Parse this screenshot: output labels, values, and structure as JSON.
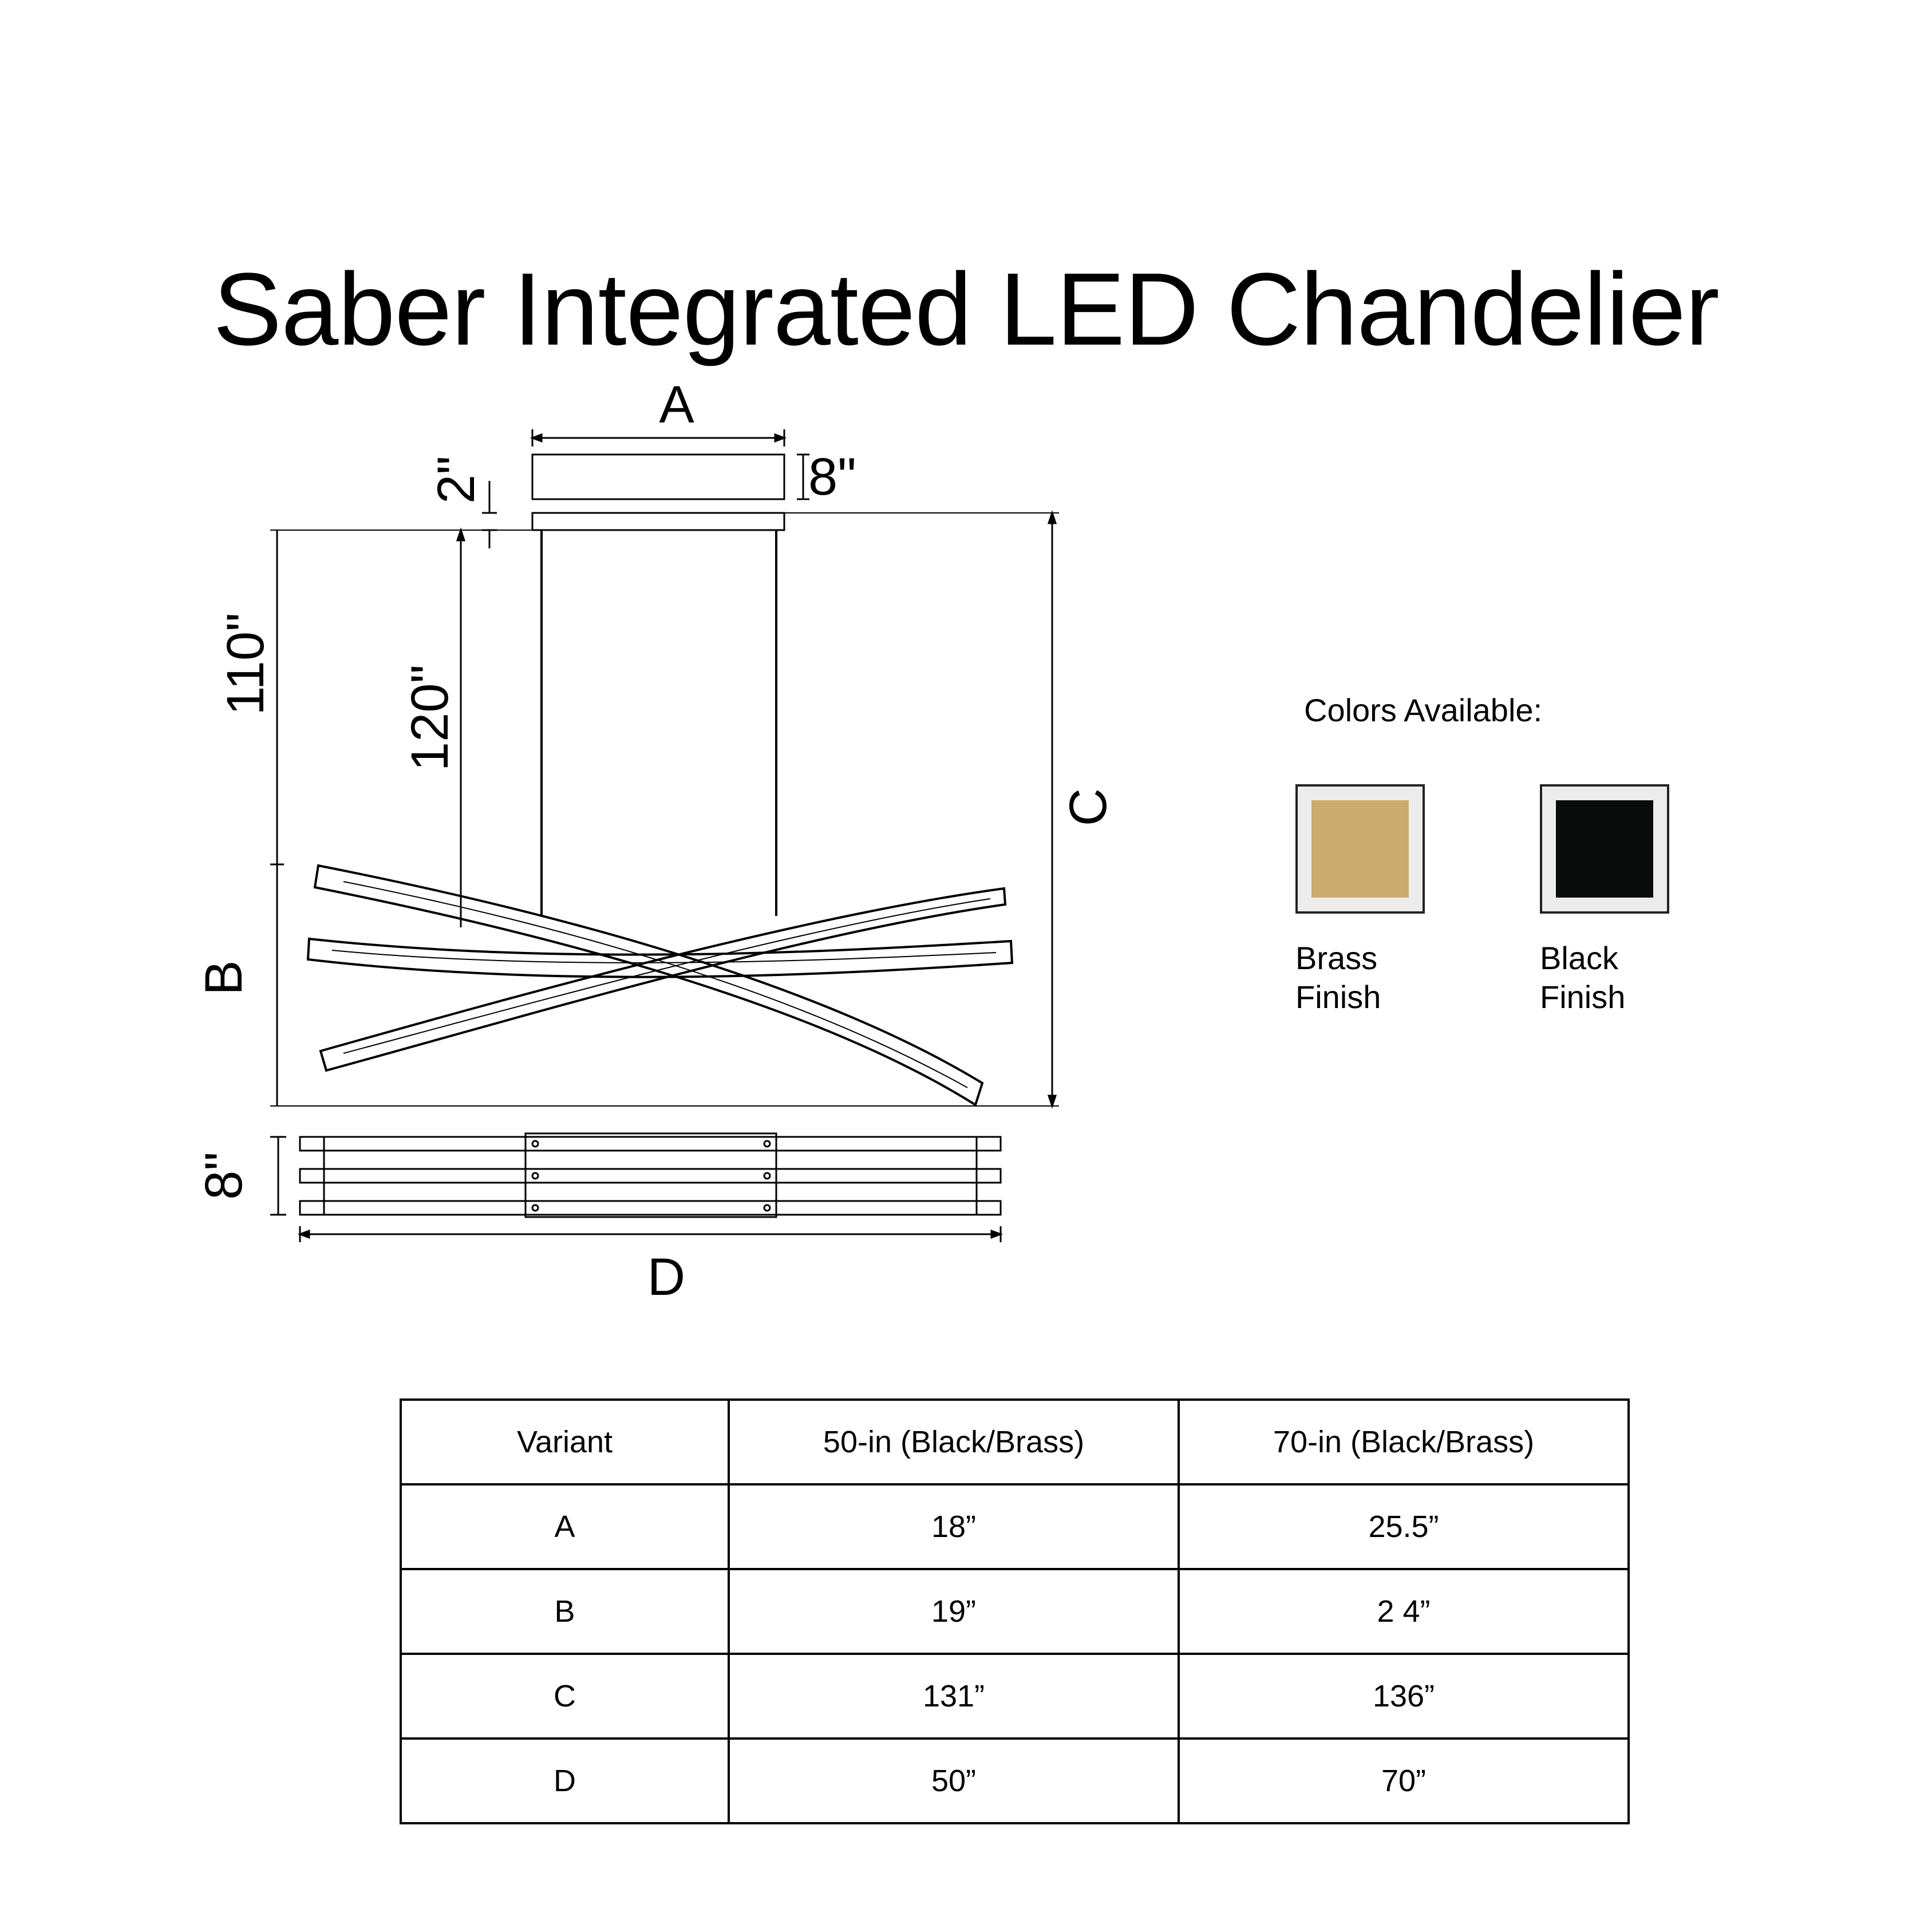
{
  "title": "Saber Integrated LED Chandelier",
  "diagram": {
    "label_a": "A",
    "label_b": "B",
    "label_c": "C",
    "label_d": "D",
    "dim_canopy_height": "8\"",
    "dim_gap": "2\"",
    "dim_cable_110": "110\"",
    "dim_cable_120": "120\"",
    "dim_side_height": "8\""
  },
  "colors": {
    "heading": "Colors Available:",
    "swatches": [
      {
        "line1": "Brass",
        "line2": "Finish",
        "color": "#ccab6e"
      },
      {
        "line1": "Black",
        "line2": "Finish",
        "color": "#0a0b0b"
      }
    ]
  },
  "table": {
    "headers": [
      "Variant",
      "50-in (Black/Brass)",
      "70-in (Black/Brass)"
    ],
    "rows": [
      [
        "A",
        "18”",
        "25.5”"
      ],
      [
        "B",
        "19”",
        "2 4”"
      ],
      [
        "C",
        "131”",
        "136”"
      ],
      [
        "D",
        "50”",
        "70”"
      ]
    ]
  }
}
